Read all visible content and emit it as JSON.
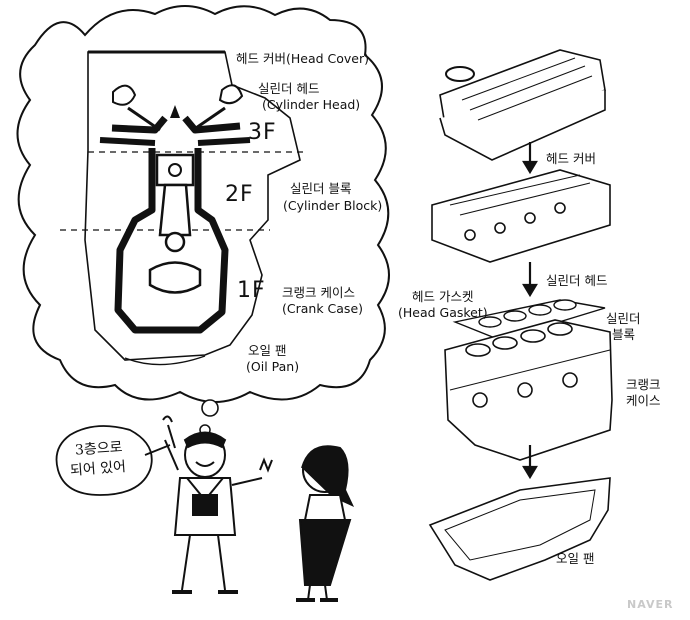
{
  "diagram": {
    "left_labels": {
      "head_cover": "헤드 커버(Head Cover)",
      "cylinder_head_ko": "실린더 헤드",
      "cylinder_head_en": "(Cylinder Head)",
      "cylinder_block_ko": "실린더 블록",
      "cylinder_block_en": "(Cylinder Block)",
      "crank_case_ko": "크랭크 케이스",
      "crank_case_en": "(Crank Case)",
      "oil_pan_ko": "오일 팬",
      "oil_pan_en": "(Oil Pan)"
    },
    "floors": {
      "f3": "3F",
      "f2": "2F",
      "f1": "1F"
    },
    "speech": {
      "line1": "3층으로",
      "line2": "되어 있어"
    },
    "right_labels": {
      "head_cover": "헤드 커버",
      "cylinder_head": "실린더 헤드",
      "head_gasket_ko": "헤드 가스켓",
      "head_gasket_en": "(Head Gasket)",
      "cylinder_block_1": "실린더",
      "cylinder_block_2": "블록",
      "crank_case_1": "크랭크",
      "crank_case_2": "케이스",
      "oil_pan": "오일 팬"
    },
    "watermark": "NAVER"
  }
}
